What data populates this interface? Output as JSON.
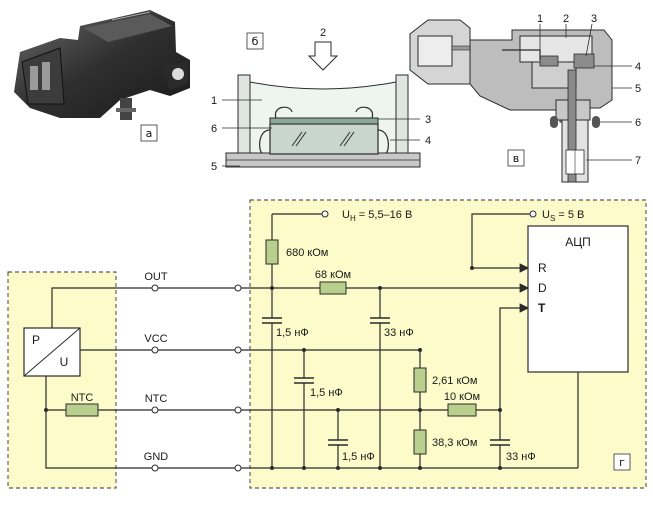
{
  "panels": {
    "a": "а",
    "b": "б",
    "v": "в",
    "g": "г"
  },
  "cross_section": {
    "pressure_arrow_label": "2",
    "labels": [
      "1",
      "6",
      "5",
      "3",
      "4"
    ]
  },
  "sensor_body": {
    "labels": [
      "1",
      "2",
      "3",
      "4",
      "5",
      "6",
      "7"
    ]
  },
  "circuit": {
    "lines": {
      "out": "OUT",
      "vcc": "VCC",
      "ntc": "NTC",
      "gnd": "GND"
    },
    "sensor_block": {
      "p": "P",
      "u": "U",
      "ntc": "NTC"
    },
    "supply_uh": "U",
    "supply_uh_sub": "H",
    "supply_uh_value": " = 5,5–16 В",
    "supply_us": "U",
    "supply_us_sub": "S",
    "supply_us_value": " = 5 В",
    "adc": {
      "title": "АЦП",
      "inputs": [
        "R",
        "D",
        "T"
      ]
    },
    "components": {
      "r_680k": "680 кОм",
      "r_68k": "68 кОм",
      "c_1n5_a": "1,5 нФ",
      "c_33n_a": "33 нФ",
      "c_1n5_b": "1,5 нФ",
      "r_2k61": "2,61 кОм",
      "r_10k": "10 кОм",
      "r_38k3": "38,3 кОм",
      "c_1n5_c": "1,5 нФ",
      "c_33n_b": "33 нФ"
    }
  },
  "colors": {
    "panel_fill": "#fdfbc9",
    "resistor_fill": "#b9cf8e",
    "line": "#2b2b2b"
  }
}
